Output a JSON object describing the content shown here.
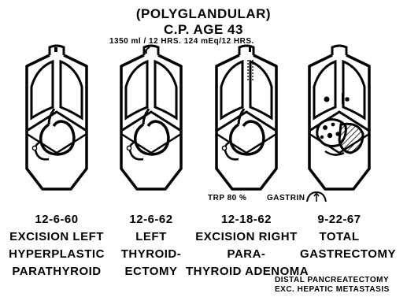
{
  "header": {
    "line1": "(POLYGLANDULAR)",
    "line2": "C.P. AGE 43",
    "line3": "1350 ml / 12 HRS. 124 mEq/12 HRS."
  },
  "annotations": {
    "trp": "TRP 80 %",
    "gastrin": "GASTRIN"
  },
  "panels": [
    {
      "date": "12-6-60",
      "lines": [
        "EXCISION LEFT",
        "HYPERPLASTIC",
        "PARATHYROID"
      ]
    },
    {
      "date": "12-6-62",
      "lines": [
        "LEFT",
        "THYROID-",
        "ECTOMY"
      ]
    },
    {
      "date": "12-18-62",
      "lines": [
        "EXCISION RIGHT",
        "PARA-",
        "THYROID ADENOMA"
      ]
    },
    {
      "date": "9-22-67",
      "lines": [
        "TOTAL",
        "GASTRECTOMY",
        ""
      ]
    }
  ],
  "footnotes": {
    "line1": "DISTAL PANCREATECTOMY",
    "line2": "EXC. HEPATIC METASTASIS"
  }
}
